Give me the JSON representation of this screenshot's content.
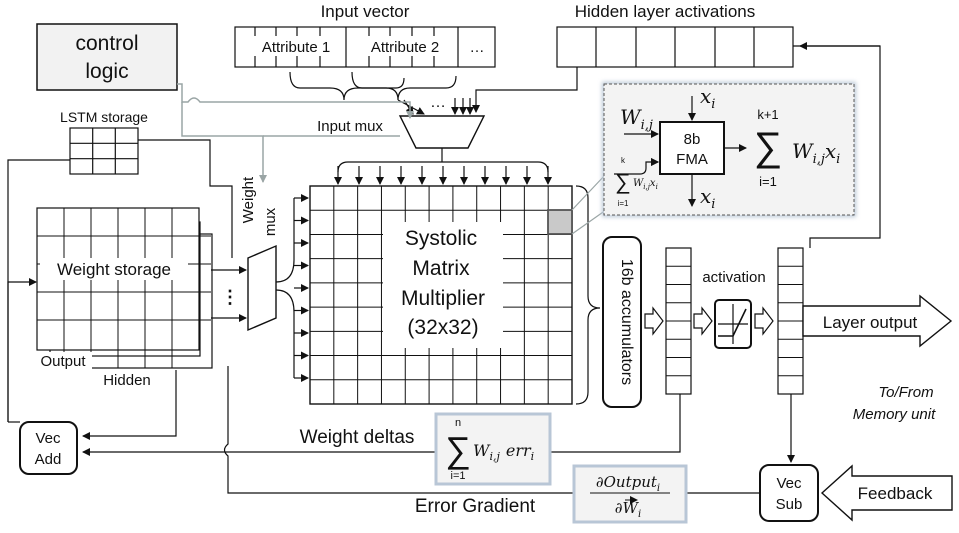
{
  "control_logic": {
    "line1": "control",
    "line2": "logic"
  },
  "lstm_storage_label": "LSTM storage",
  "input_vector": {
    "title": "Input  vector",
    "cells": [
      "Attribute 1",
      "Attribute 2",
      "…"
    ]
  },
  "hidden_activations_label": "Hidden  layer activations",
  "input_mux_label": "Input mux",
  "weight_mux_label": {
    "line1": "Weight",
    "line2": "mux"
  },
  "weight_storage": {
    "label": "Weight storage",
    "output_label": "Output",
    "hidden_label": "Hidden"
  },
  "systolic": {
    "line1": "Systolic",
    "line2": "Matrix",
    "line3": "Multiplier",
    "line4": "(32x32)"
  },
  "accumulators_label": "16b accumulators",
  "activation_label": "activation",
  "layer_output_label": "Layer output",
  "memory_unit": {
    "line1": "To/From",
    "line2": "Memory unit"
  },
  "feedback_label": "Feedback",
  "vec_add": {
    "line1": "Vec",
    "line2": "Add"
  },
  "vec_sub": {
    "line1": "Vec",
    "line2": "Sub"
  },
  "weight_deltas_label": "Weight deltas",
  "error_gradient_label": "Error Gradient",
  "fma": {
    "line1": "8b",
    "line2": "FMA",
    "w_ij": "W",
    "w_sub": "i,j",
    "x_i": "x",
    "x_sub": "i",
    "sum_upper": "k+1",
    "sum_lower": "i=1",
    "small_sum_upper": "k",
    "small_sum_lower": "i=1",
    "small_term": "W",
    "small_term_sub": "i,j",
    "small_term_x": "x",
    "small_term_xsub": "i"
  },
  "weight_delta_formula": {
    "upper": "n",
    "lower": "i=1",
    "w": "W",
    "w_sub": "i,j",
    "err": "err",
    "err_sub": "i"
  },
  "gradient_formula": {
    "num": "∂Output",
    "num_sub": "i",
    "den": "∂W",
    "den_sub": "i"
  }
}
